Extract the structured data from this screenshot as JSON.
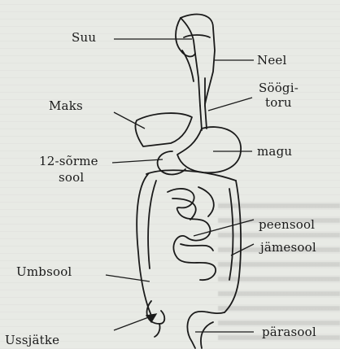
{
  "figure": {
    "labels": {
      "suu": "Suu",
      "neel": "Neel",
      "soogitoru_1": "Söögi-",
      "soogitoru_2": "toru",
      "maks": "Maks",
      "magu": "magu",
      "kaksteistsormiksool_1": "12-sõrme",
      "kaksteistsormiksool_2": "sool",
      "peensool": "peensool",
      "jamesool": "jämesool",
      "umbsool": "Umbsool",
      "parasool": "pärasool",
      "ussjatke": "Ussjätke"
    }
  }
}
